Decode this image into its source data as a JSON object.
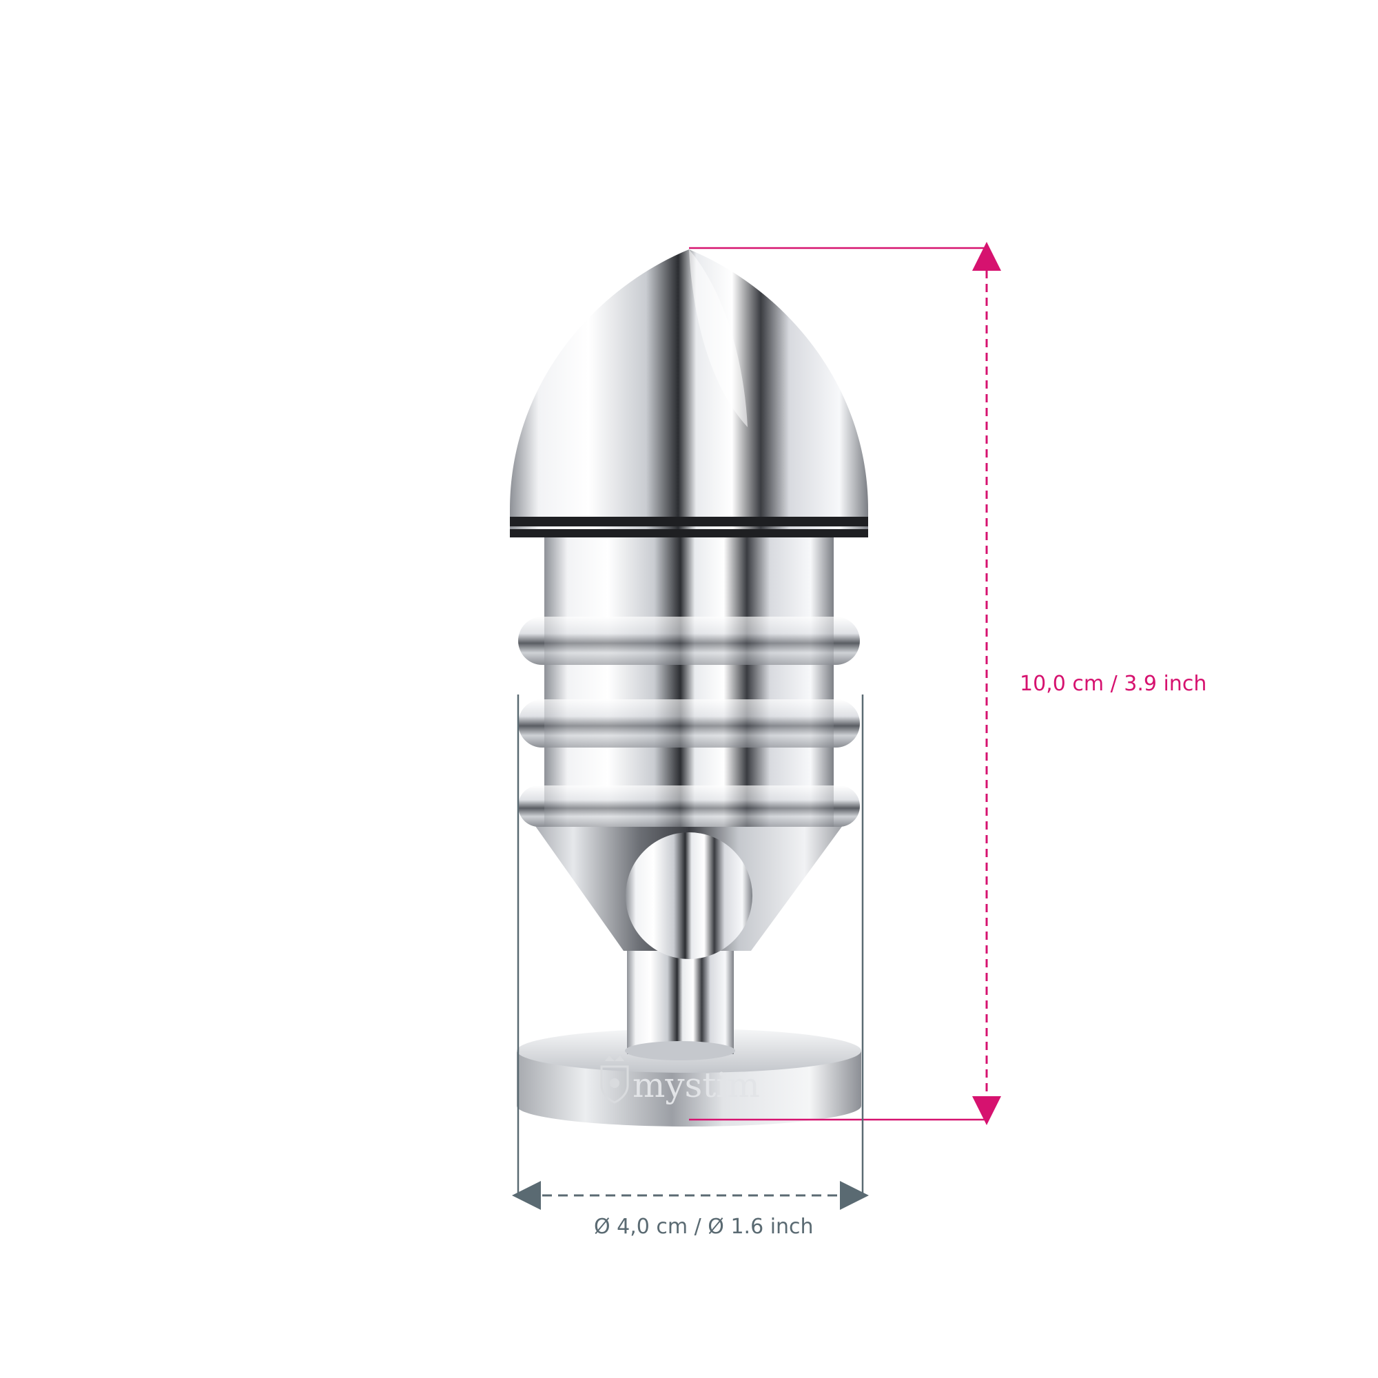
{
  "dimensions": {
    "height_text": "10,0 cm / 3.9 inch",
    "diameter_text": "Ø 4,0 cm / Ø 1.6 inch"
  },
  "logo": {
    "brand_text": "mystim"
  },
  "colors": {
    "height_line": "#d6126f",
    "width_line": "#5a6a72",
    "metal_light": "#f4f5f7",
    "metal_mid": "#b9bcc1",
    "metal_dark": "#2b2d31",
    "band": "#1e1f22"
  },
  "icons": {
    "logo_emblem": "crown-shield-icon"
  }
}
